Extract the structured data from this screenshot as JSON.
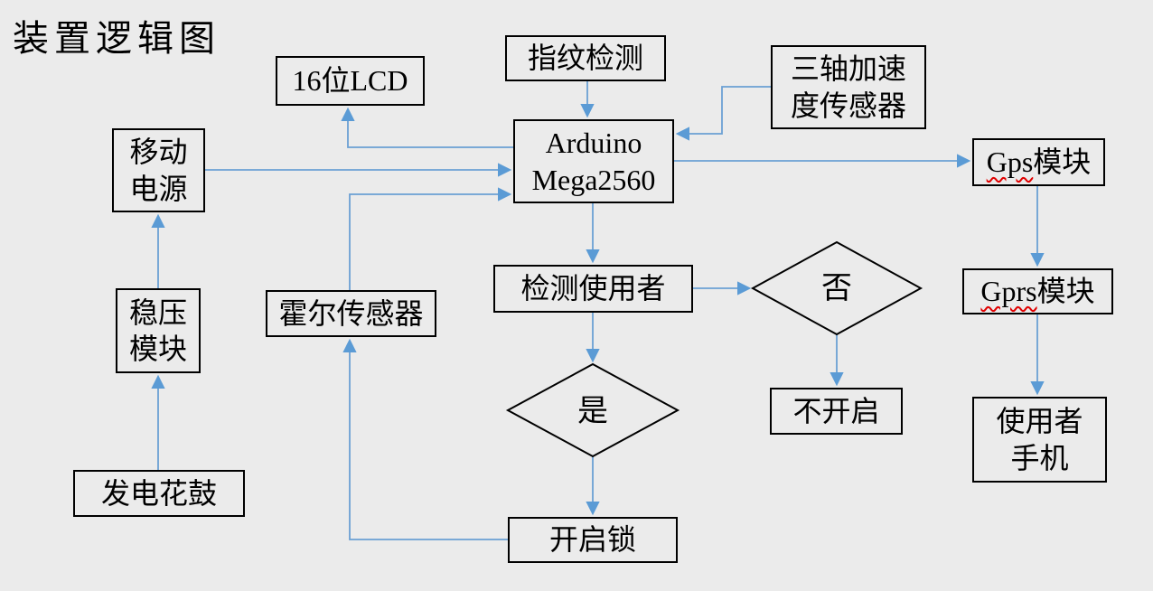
{
  "title": "装置逻辑图",
  "colors": {
    "background": "#ebebeb",
    "box_border": "#000000",
    "arrow": "#6ba0d4",
    "arrowhead": "#5b9bd5",
    "text": "#000000",
    "spellcheck_underline": "#e00000"
  },
  "nodes": {
    "lcd": {
      "label": "16位LCD"
    },
    "fingerprint": {
      "label": "指纹检测"
    },
    "accelerometer": {
      "label": "三轴加速\n度传感器"
    },
    "mobile_power": {
      "label": "移动\n电源"
    },
    "arduino": {
      "label": "Arduino\nMega2560"
    },
    "gps": {
      "label_en": "Gps",
      "label_zh": "模块"
    },
    "voltage_regulator": {
      "label": "稳压\n模块"
    },
    "hall_sensor": {
      "label": "霍尔传感器"
    },
    "detect_user": {
      "label": "检测使用者"
    },
    "gprs": {
      "label_en": "Gprs",
      "label_zh": "模块"
    },
    "generator_hub": {
      "label": "发电花鼓"
    },
    "decision_no": {
      "label": "否"
    },
    "decision_yes": {
      "label": "是"
    },
    "not_open": {
      "label": "不开启"
    },
    "user_phone": {
      "label": "使用者\n手机"
    },
    "open_lock": {
      "label": "开启锁"
    }
  },
  "edges": [
    {
      "from": "fingerprint",
      "to": "arduino"
    },
    {
      "from": "accelerometer",
      "to": "arduino"
    },
    {
      "from": "mobile_power",
      "to": "arduino"
    },
    {
      "from": "arduino",
      "to": "lcd"
    },
    {
      "from": "hall_sensor",
      "to": "arduino"
    },
    {
      "from": "arduino",
      "to": "gps"
    },
    {
      "from": "arduino",
      "to": "detect_user"
    },
    {
      "from": "detect_user",
      "to": "decision_no"
    },
    {
      "from": "decision_no",
      "to": "not_open"
    },
    {
      "from": "detect_user",
      "to": "decision_yes"
    },
    {
      "from": "decision_yes",
      "to": "open_lock"
    },
    {
      "from": "open_lock",
      "to": "hall_sensor"
    },
    {
      "from": "gps",
      "to": "gprs"
    },
    {
      "from": "gprs",
      "to": "user_phone"
    },
    {
      "from": "voltage_regulator",
      "to": "mobile_power"
    },
    {
      "from": "generator_hub",
      "to": "voltage_regulator"
    }
  ]
}
